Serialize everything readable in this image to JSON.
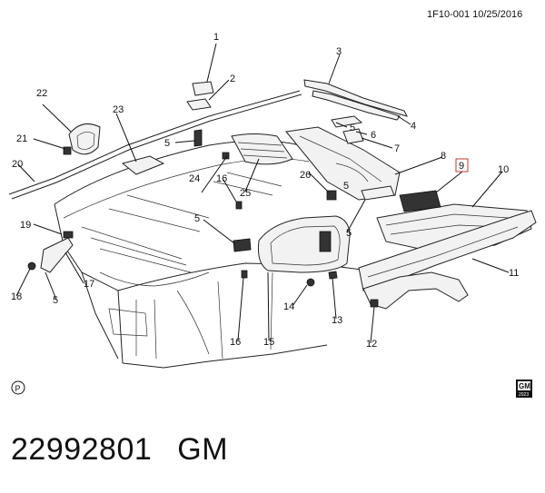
{
  "header": {
    "code": "1F10-001  10/25/2016"
  },
  "footer": {
    "part_number": "22992801",
    "brand": "GM"
  },
  "callouts": [
    {
      "id": "c1",
      "label": "1"
    },
    {
      "id": "c2",
      "label": "2"
    },
    {
      "id": "c3",
      "label": "3"
    },
    {
      "id": "c4",
      "label": "4"
    },
    {
      "id": "c5a",
      "label": "5"
    },
    {
      "id": "c6",
      "label": "6"
    },
    {
      "id": "c7",
      "label": "7"
    },
    {
      "id": "c5b",
      "label": "5"
    },
    {
      "id": "c8",
      "label": "8"
    },
    {
      "id": "c9",
      "label": "9"
    },
    {
      "id": "c10",
      "label": "10"
    },
    {
      "id": "c11",
      "label": "11"
    },
    {
      "id": "c12",
      "label": "12"
    },
    {
      "id": "c13",
      "label": "13"
    },
    {
      "id": "c14",
      "label": "14"
    },
    {
      "id": "c15",
      "label": "15"
    },
    {
      "id": "c16a",
      "label": "16"
    },
    {
      "id": "c16b",
      "label": "16"
    },
    {
      "id": "c5c",
      "label": "5"
    },
    {
      "id": "c17",
      "label": "17"
    },
    {
      "id": "c18",
      "label": "18"
    },
    {
      "id": "c5d",
      "label": "5"
    },
    {
      "id": "c19",
      "label": "19"
    },
    {
      "id": "c20",
      "label": "20"
    },
    {
      "id": "c21",
      "label": "21"
    },
    {
      "id": "c22",
      "label": "22"
    },
    {
      "id": "c23",
      "label": "23"
    },
    {
      "id": "c24",
      "label": "24"
    },
    {
      "id": "c25",
      "label": "25"
    },
    {
      "id": "c26",
      "label": "26"
    },
    {
      "id": "c5e",
      "label": "5"
    },
    {
      "id": "c5f",
      "label": "5"
    }
  ],
  "marks": {
    "lower_left": "P",
    "gm_logo_top": "GM",
    "gm_logo_bottom": "2023"
  }
}
